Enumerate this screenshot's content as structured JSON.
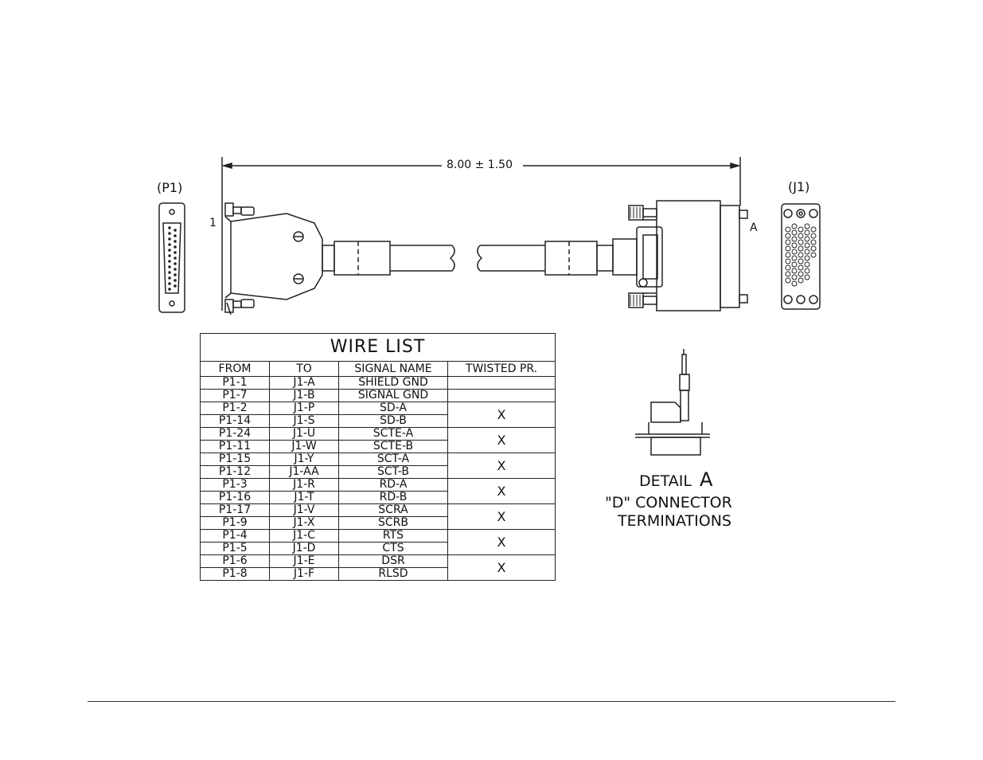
{
  "drawing": {
    "dimension": "8.00 ± 1.50",
    "p1_label": "(P1)",
    "j1_label": "(J1)",
    "pin_one": "1",
    "detail_ref": "A"
  },
  "wire_list": {
    "title": "WIRE LIST",
    "headers": [
      "FROM",
      "TO",
      "SIGNAL NAME",
      "TWISTED PR."
    ],
    "rows": [
      {
        "from": "P1-1",
        "to": "J1-A",
        "signal": "SHIELD GND",
        "twisted": ""
      },
      {
        "from": "P1-7",
        "to": "J1-B",
        "signal": "SIGNAL GND",
        "twisted": ""
      },
      {
        "from": "P1-2",
        "to": "J1-P",
        "signal": "SD-A",
        "twisted": "X"
      },
      {
        "from": "P1-14",
        "to": "J1-S",
        "signal": "SD-B",
        "twisted": ""
      },
      {
        "from": "P1-24",
        "to": "J1-U",
        "signal": "SCTE-A",
        "twisted": "X"
      },
      {
        "from": "P1-11",
        "to": "J1-W",
        "signal": "SCTE-B",
        "twisted": ""
      },
      {
        "from": "P1-15",
        "to": "J1-Y",
        "signal": "SCT-A",
        "twisted": "X"
      },
      {
        "from": "P1-12",
        "to": "J1-AA",
        "signal": "SCT-B",
        "twisted": ""
      },
      {
        "from": "P1-3",
        "to": "J1-R",
        "signal": "RD-A",
        "twisted": "X"
      },
      {
        "from": "P1-16",
        "to": "J1-T",
        "signal": "RD-B",
        "twisted": ""
      },
      {
        "from": "P1-17",
        "to": "J1-V",
        "signal": "SCRA",
        "twisted": "X"
      },
      {
        "from": "P1-9",
        "to": "J1-X",
        "signal": "SCRB",
        "twisted": ""
      },
      {
        "from": "P1-4",
        "to": "J1-C",
        "signal": "RTS",
        "twisted": "X"
      },
      {
        "from": "P1-5",
        "to": "J1-D",
        "signal": "CTS",
        "twisted": ""
      },
      {
        "from": "P1-6",
        "to": "J1-E",
        "signal": "DSR",
        "twisted": "X"
      },
      {
        "from": "P1-8",
        "to": "J1-F",
        "signal": "RLSD",
        "twisted": ""
      }
    ]
  },
  "detail": {
    "line1_word": "DETAIL",
    "line1_letter": "A",
    "line2": "\"D\" CONNECTOR",
    "line3": "TERMINATIONS"
  }
}
